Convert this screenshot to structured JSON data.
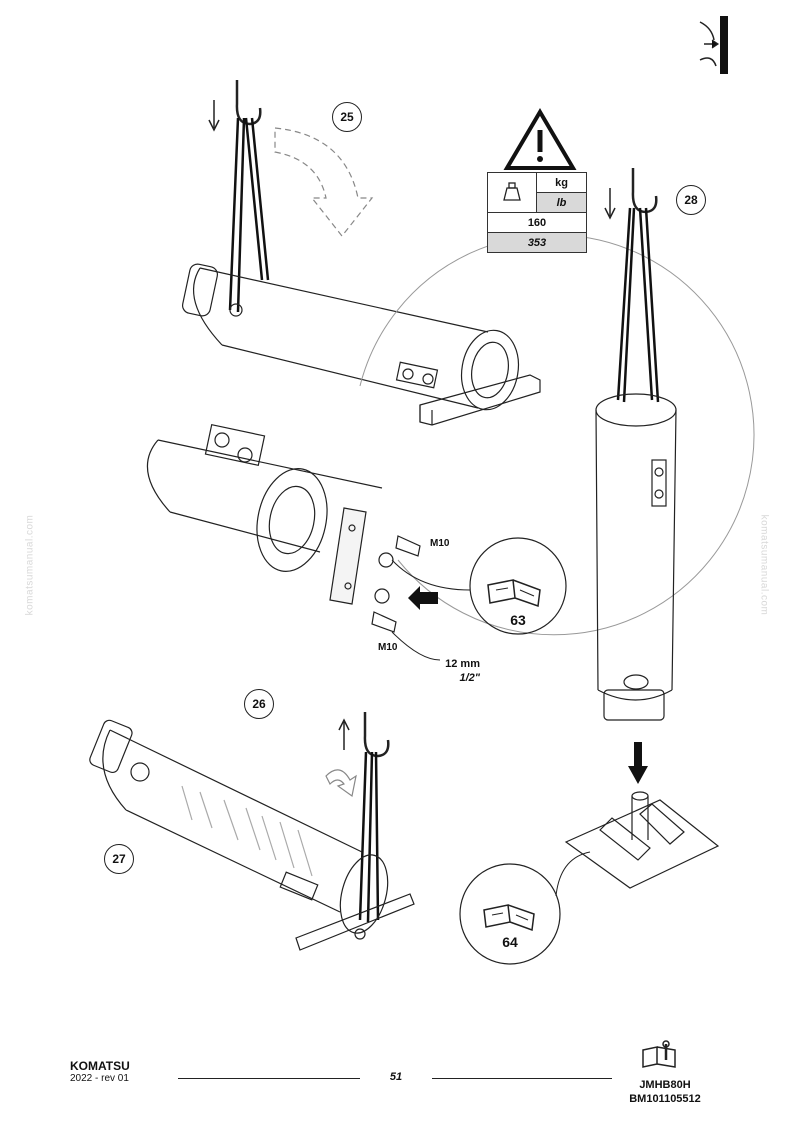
{
  "steps": {
    "s25": "25",
    "s26": "26",
    "s27": "27",
    "s28": "28"
  },
  "weight": {
    "unit_kg": "kg",
    "unit_lb": "lb",
    "value_kg": "160",
    "value_lb": "353"
  },
  "callouts": {
    "bolt_upper": "M10",
    "bolt_lower": "M10",
    "tool_size": "12 mm",
    "tool_size_imperial": "1/2\"",
    "ref_manual_1": "63",
    "ref_manual_2": "64"
  },
  "watermark": "komatsumanual.com",
  "footer": {
    "brand": "KOMATSU",
    "edition": "2022 -  rev 01",
    "page_number": "51",
    "model": "JMHB80H",
    "doc_code": "BM101105512"
  },
  "icons": [
    "warning-icon",
    "weight-icon",
    "manual-book-icon",
    "crane-hook-icon",
    "arrow-icon",
    "manual-tool-icon"
  ]
}
